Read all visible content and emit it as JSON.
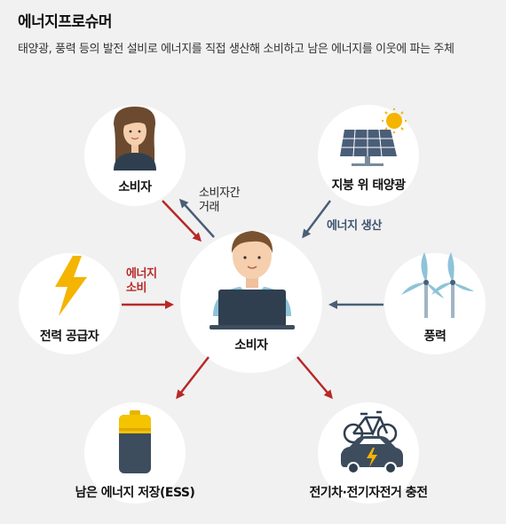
{
  "title": "에너지프로슈머",
  "description": "태양광, 풍력 등의 발전 설비로 에너지를 직접 생산해 소비하고 남은 에너지를 이웃에 파는 주체",
  "nodes": {
    "consumer_top": "소비자",
    "solar": "지붕 위 태양광",
    "supplier": "전력 공급자",
    "center": "소비자",
    "wind": "풍력",
    "ess": "남은 에너지 저장(ESS)",
    "ev": "전기차·전기자전거 충전"
  },
  "arrow_labels": {
    "trade_line1": "소비자간",
    "trade_line2": "거래",
    "production": "에너지 생산",
    "consumption_line1": "에너지",
    "consumption_line2": "소비"
  },
  "colors": {
    "red_arrow": "#b82828",
    "blue_arrow": "#4a5e78",
    "circle": "#ffffff",
    "background": "#f1f1f1",
    "lightning": "#f4b400"
  }
}
